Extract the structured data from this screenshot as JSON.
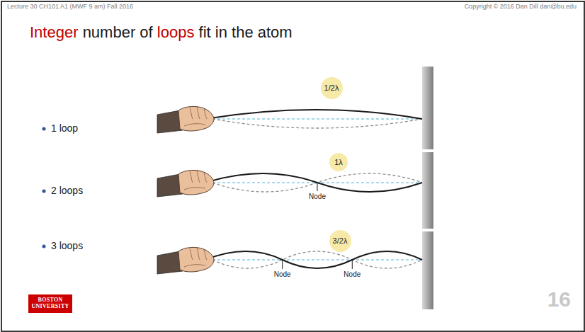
{
  "diagram": {
    "title": "Integer number of loops fit in the atom",
    "nodes": [
      {
        "text": [
          "1/2λ"
        ]
      },
      {
        "text": [
          "1λ"
        ]
      },
      {
        "text": [
          "3/2λ"
        ]
      },
      {
        "text": [
          "BOSTON UNIVERSITY"
        ]
      }
    ],
    "labels": [
      "Lecture 30 CH101 A1 (MWF 9 am) Fall 2016",
      "Copyright © 2016 Dan Dill dan@bu.edu",
      "1 loop",
      "2 loops",
      "3 loops",
      "Node",
      "Node",
      "Node",
      "16"
    ]
  }
}
